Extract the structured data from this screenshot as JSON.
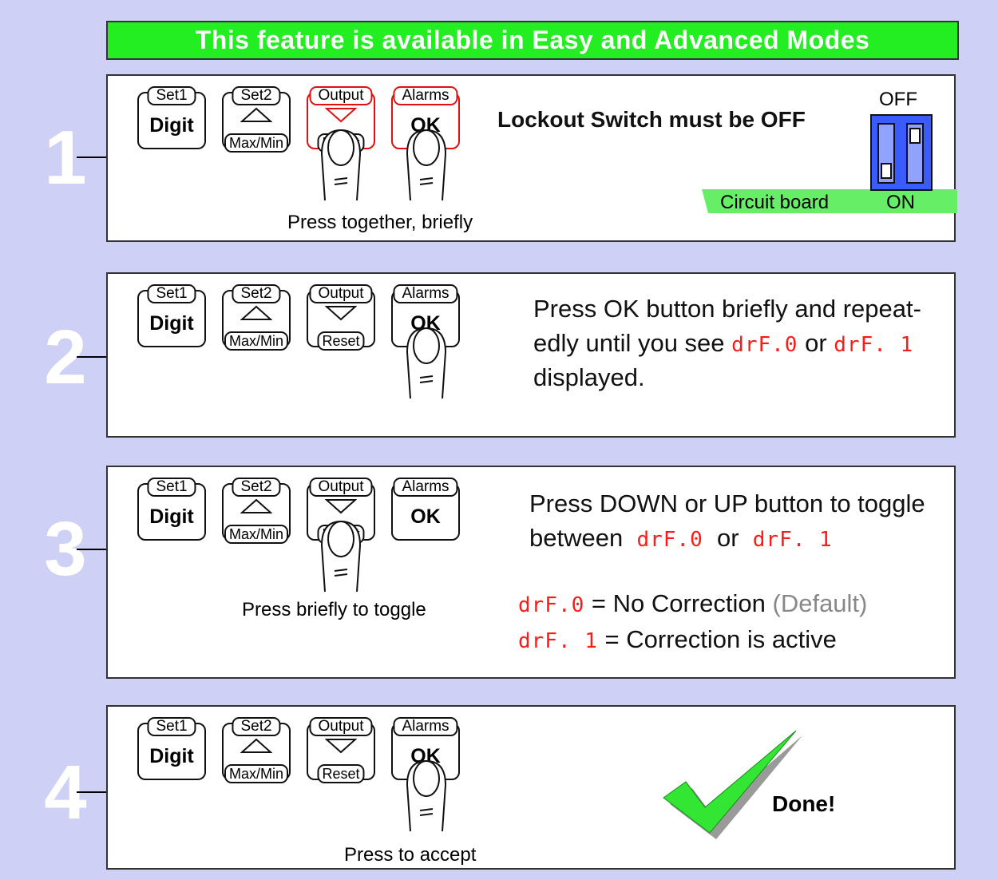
{
  "banner": "This feature is available in Easy and Advanced Modes",
  "buttons": {
    "set1_cap": "Set1",
    "set1_main": "Digit",
    "set2_cap": "Set2",
    "set2_sub": "Max/Min",
    "output_cap": "Output",
    "output_sub": "Reset",
    "alarms_cap": "Alarms",
    "alarms_main": "OK"
  },
  "steps": [
    {
      "number": "1",
      "caption": "Press together, briefly",
      "instruction": "Lockout Switch must be OFF",
      "switch": {
        "off_label": "OFF",
        "on_label": "ON",
        "board_label": "Circuit board"
      }
    },
    {
      "number": "2",
      "line1": "Press OK button briefly and repeat-",
      "line2a": "edly until you see",
      "code_a": "drF.0",
      "or": "or",
      "code_b": "drF. 1",
      "line3": "displayed."
    },
    {
      "number": "3",
      "caption": "Press briefly to toggle",
      "line1": "Press DOWN or UP  button to toggle",
      "line2a": "between",
      "code_a": "drF.0",
      "or": "or",
      "code_b": "drF. 1",
      "def0_code": "drF.0",
      "def0_text": "= No Correction",
      "def0_note": "(Default)",
      "def1_code": "drF. 1",
      "def1_text": "= Correction is active"
    },
    {
      "number": "4",
      "caption": "Press to accept",
      "done": "Done!"
    }
  ],
  "colors": {
    "background": "#cfd0f5",
    "banner": "#22ee22",
    "segment": "#ff1a1a",
    "check": "#33e633",
    "switch": "#3a5cff",
    "board": "#66ee66"
  },
  "icons": [
    "finger-press-icon",
    "dip-switch-icon",
    "checkmark-icon"
  ]
}
